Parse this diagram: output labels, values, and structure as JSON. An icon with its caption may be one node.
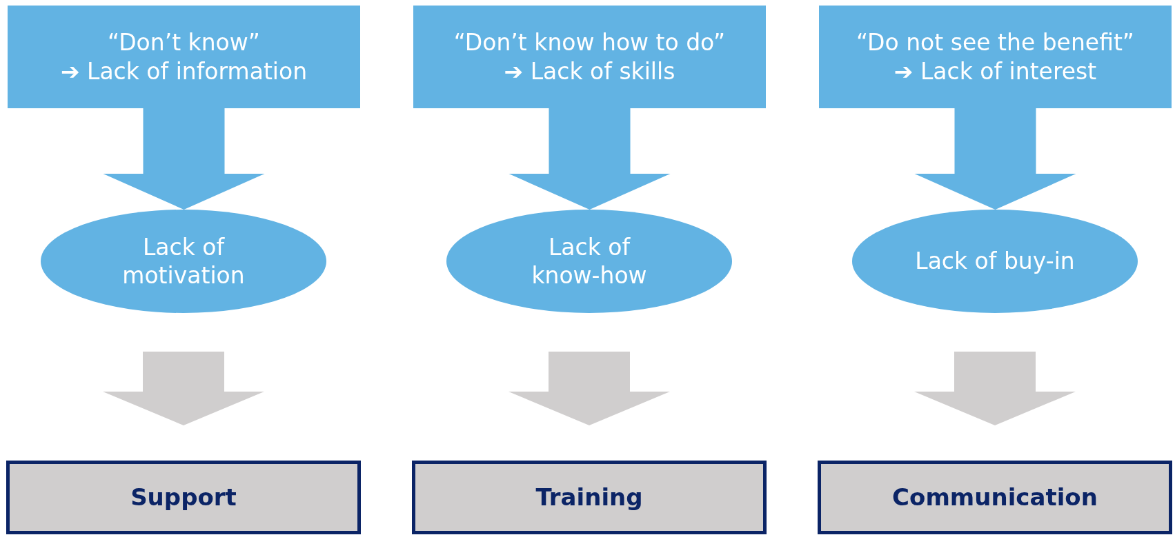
{
  "diagram": {
    "nodes": [
      {
        "text": [
          "“Don’t know”",
          "➔ Lack of information"
        ]
      },
      {
        "text": [
          "“Don’t know how to do”",
          "➔ Lack of skills"
        ]
      },
      {
        "text": [
          "“Do not see the benefit”",
          "➔ Lack of interest"
        ]
      },
      {
        "text": [
          "Lack of motivation"
        ]
      },
      {
        "text": [
          "Lack of know-how"
        ]
      },
      {
        "text": [
          "Lack of buy-in"
        ]
      },
      {
        "text": [
          "Support"
        ]
      },
      {
        "text": [
          "Training"
        ]
      },
      {
        "text": [
          "Communication"
        ]
      }
    ],
    "edges": [
      {
        "from": 0,
        "to": 3,
        "arrow": "to"
      },
      {
        "from": 3,
        "to": 6,
        "arrow": "to",
        "color": "#d0cece"
      },
      {
        "from": 1,
        "to": 4,
        "arrow": "to"
      },
      {
        "from": 4,
        "to": 7,
        "arrow": "to",
        "color": "#d0cece"
      },
      {
        "from": 2,
        "to": 5,
        "arrow": "to"
      },
      {
        "from": 5,
        "to": 8,
        "arrow": "to",
        "color": "#d0cece"
      }
    ]
  }
}
